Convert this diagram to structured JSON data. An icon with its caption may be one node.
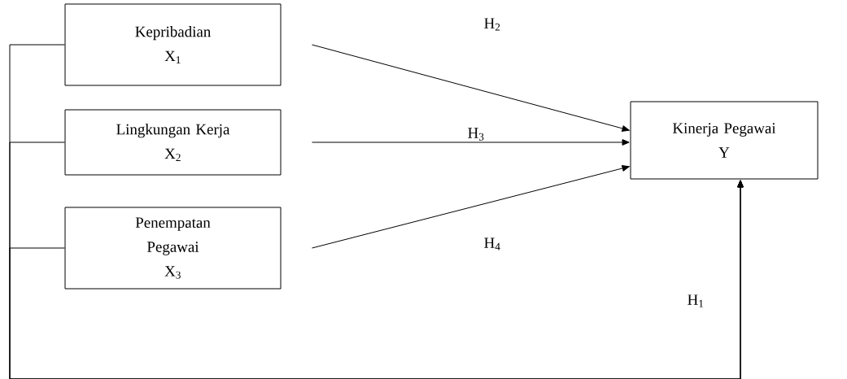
{
  "diagram": {
    "nodes": [
      {
        "text": [
          "Kepribadian",
          "X$_{1}$"
        ]
      },
      {
        "text": [
          "Lingkungan Kerja",
          "X$_{2}$"
        ]
      },
      {
        "text": [
          "Penempatan Pegawai",
          "X$_{3}$"
        ]
      },
      {
        "text": [
          "Kinerja Pegawai",
          "Y"
        ]
      }
    ],
    "edges": [
      {
        "from": 0,
        "to": 3,
        "arrow": "to",
        "label": "H$_{2}$"
      },
      {
        "from": 1,
        "to": 3,
        "arrow": "to",
        "label": "H$_{3}$"
      },
      {
        "from": 2,
        "to": 3,
        "arrow": "to",
        "label": "H$_{4}$"
      },
      {
        "from": 0,
        "to": 3,
        "arrow": "to",
        "label": "H$_{1}$"
      },
      {
        "from": 1,
        "to": 3,
        "arrow": "to"
      },
      {
        "from": 2,
        "to": 3,
        "arrow": "to"
      }
    ]
  }
}
